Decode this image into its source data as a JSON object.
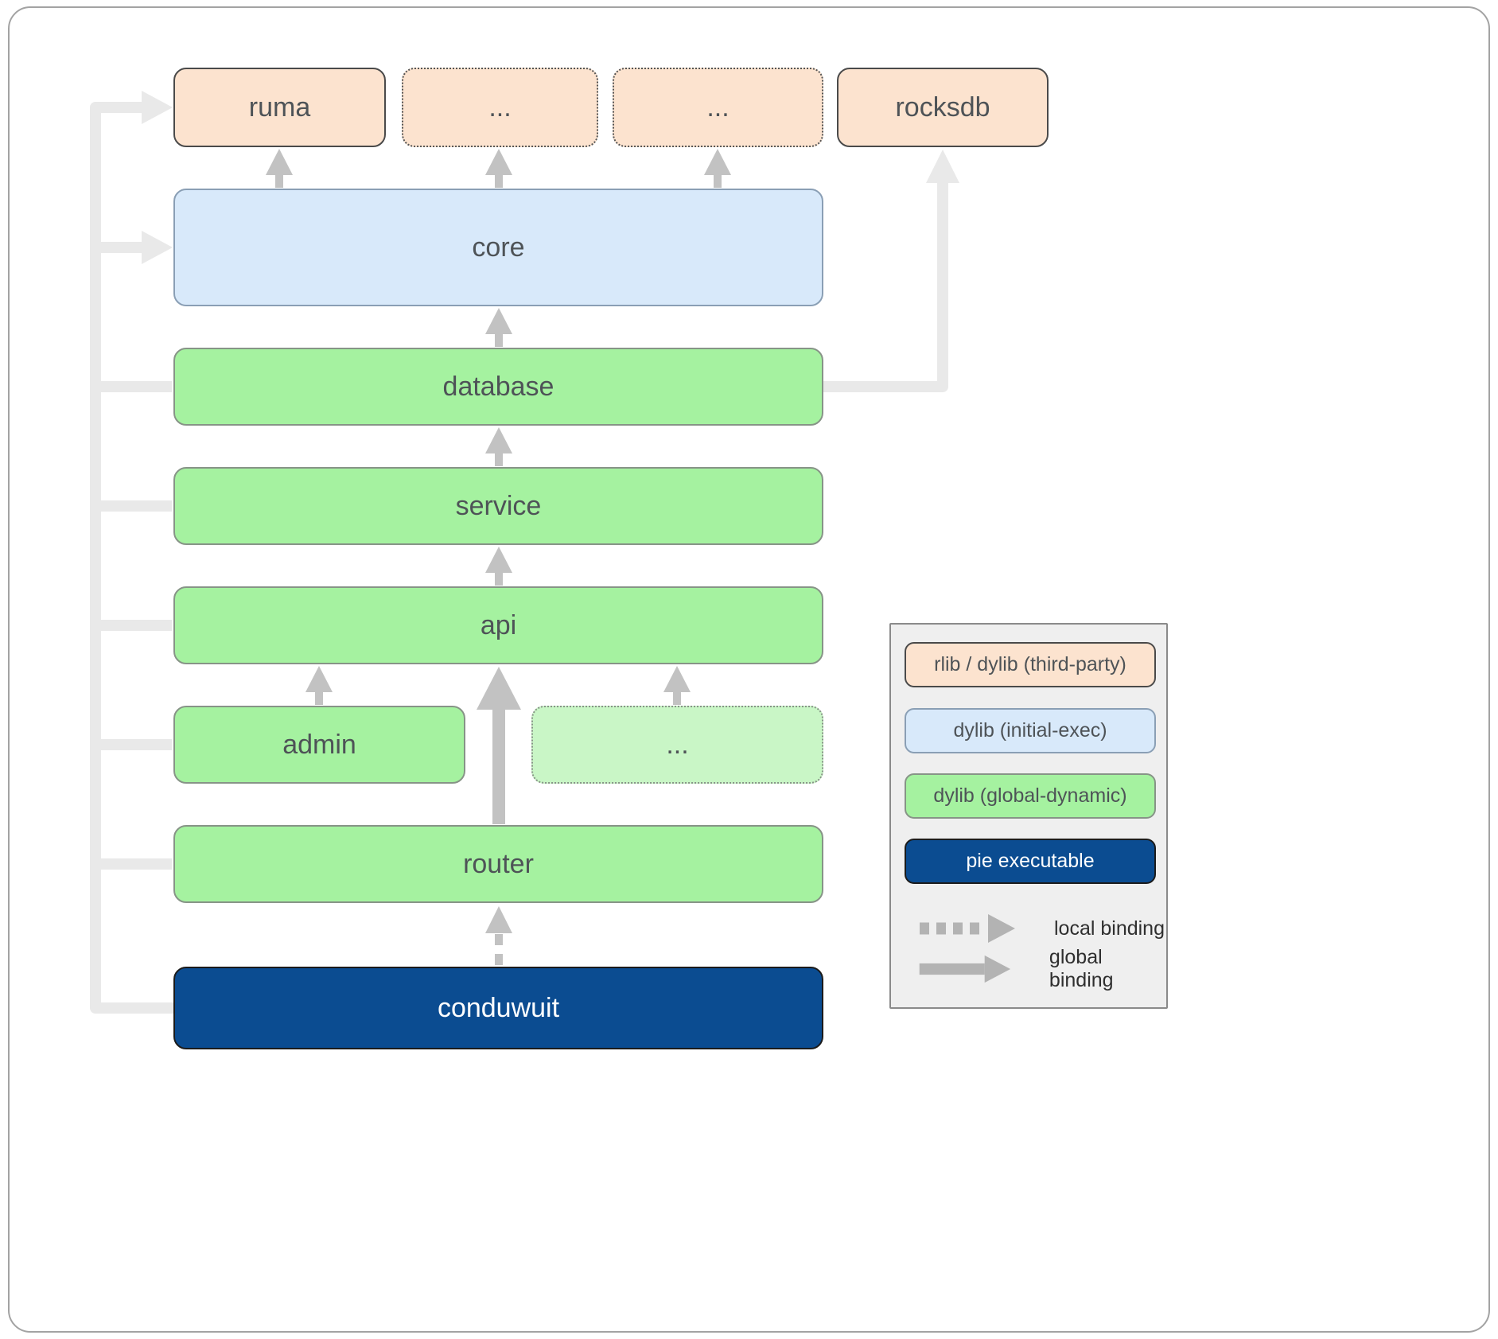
{
  "nodes": {
    "ruma": {
      "label": "ruma"
    },
    "ellipsis_top_left": {
      "label": "..."
    },
    "ellipsis_top_right": {
      "label": "..."
    },
    "rocksdb": {
      "label": "rocksdb"
    },
    "core": {
      "label": "core"
    },
    "database": {
      "label": "database"
    },
    "service": {
      "label": "service"
    },
    "api": {
      "label": "api"
    },
    "admin": {
      "label": "admin"
    },
    "ellipsis_mid": {
      "label": "..."
    },
    "router": {
      "label": "router"
    },
    "conduwuit": {
      "label": "conduwuit"
    }
  },
  "edges": [
    {
      "from": "core",
      "to": "ruma",
      "binding": "global"
    },
    {
      "from": "core",
      "to": "ellipsis_top_left",
      "binding": "global"
    },
    {
      "from": "core",
      "to": "ellipsis_top_right",
      "binding": "global"
    },
    {
      "from": "database",
      "to": "core",
      "binding": "global"
    },
    {
      "from": "database",
      "to": "rocksdb",
      "binding": "global"
    },
    {
      "from": "service",
      "to": "database",
      "binding": "global"
    },
    {
      "from": "api",
      "to": "service",
      "binding": "global"
    },
    {
      "from": "admin",
      "to": "api",
      "binding": "global"
    },
    {
      "from": "ellipsis_mid",
      "to": "api",
      "binding": "global"
    },
    {
      "from": "router",
      "to": "api",
      "binding": "global"
    },
    {
      "from": "conduwuit",
      "to": "router",
      "binding": "local"
    },
    {
      "from": "conduwuit",
      "to": "ruma",
      "binding": "global"
    },
    {
      "from": "conduwuit",
      "to": "core",
      "binding": "global"
    },
    {
      "from": "conduwuit",
      "to": "database",
      "binding": "global"
    },
    {
      "from": "conduwuit",
      "to": "service",
      "binding": "global"
    },
    {
      "from": "conduwuit",
      "to": "api",
      "binding": "global"
    },
    {
      "from": "conduwuit",
      "to": "admin",
      "binding": "global"
    },
    {
      "from": "conduwuit",
      "to": "router",
      "binding": "global"
    }
  ],
  "legend": {
    "items": [
      {
        "label": "rlib / dylib (third-party)",
        "kind": "third-party"
      },
      {
        "label": "dylib (initial-exec)",
        "kind": "initial-exec"
      },
      {
        "label": "dylib (global-dynamic)",
        "kind": "global-dynamic"
      },
      {
        "label": "pie executable",
        "kind": "pie-executable"
      }
    ],
    "local_binding_label": "local binding",
    "global_binding_label": "global binding"
  },
  "colors": {
    "third_party_fill": "#fce3cf",
    "initial_exec_fill": "#d8e9fa",
    "global_dynamic_fill": "#a5f2a0",
    "global_dynamic_light_fill": "#c9f6c6",
    "pie_executable_fill": "#0b4c91",
    "binding_light": "#e9e9e9",
    "binding_dark": "#c2c2c2"
  }
}
